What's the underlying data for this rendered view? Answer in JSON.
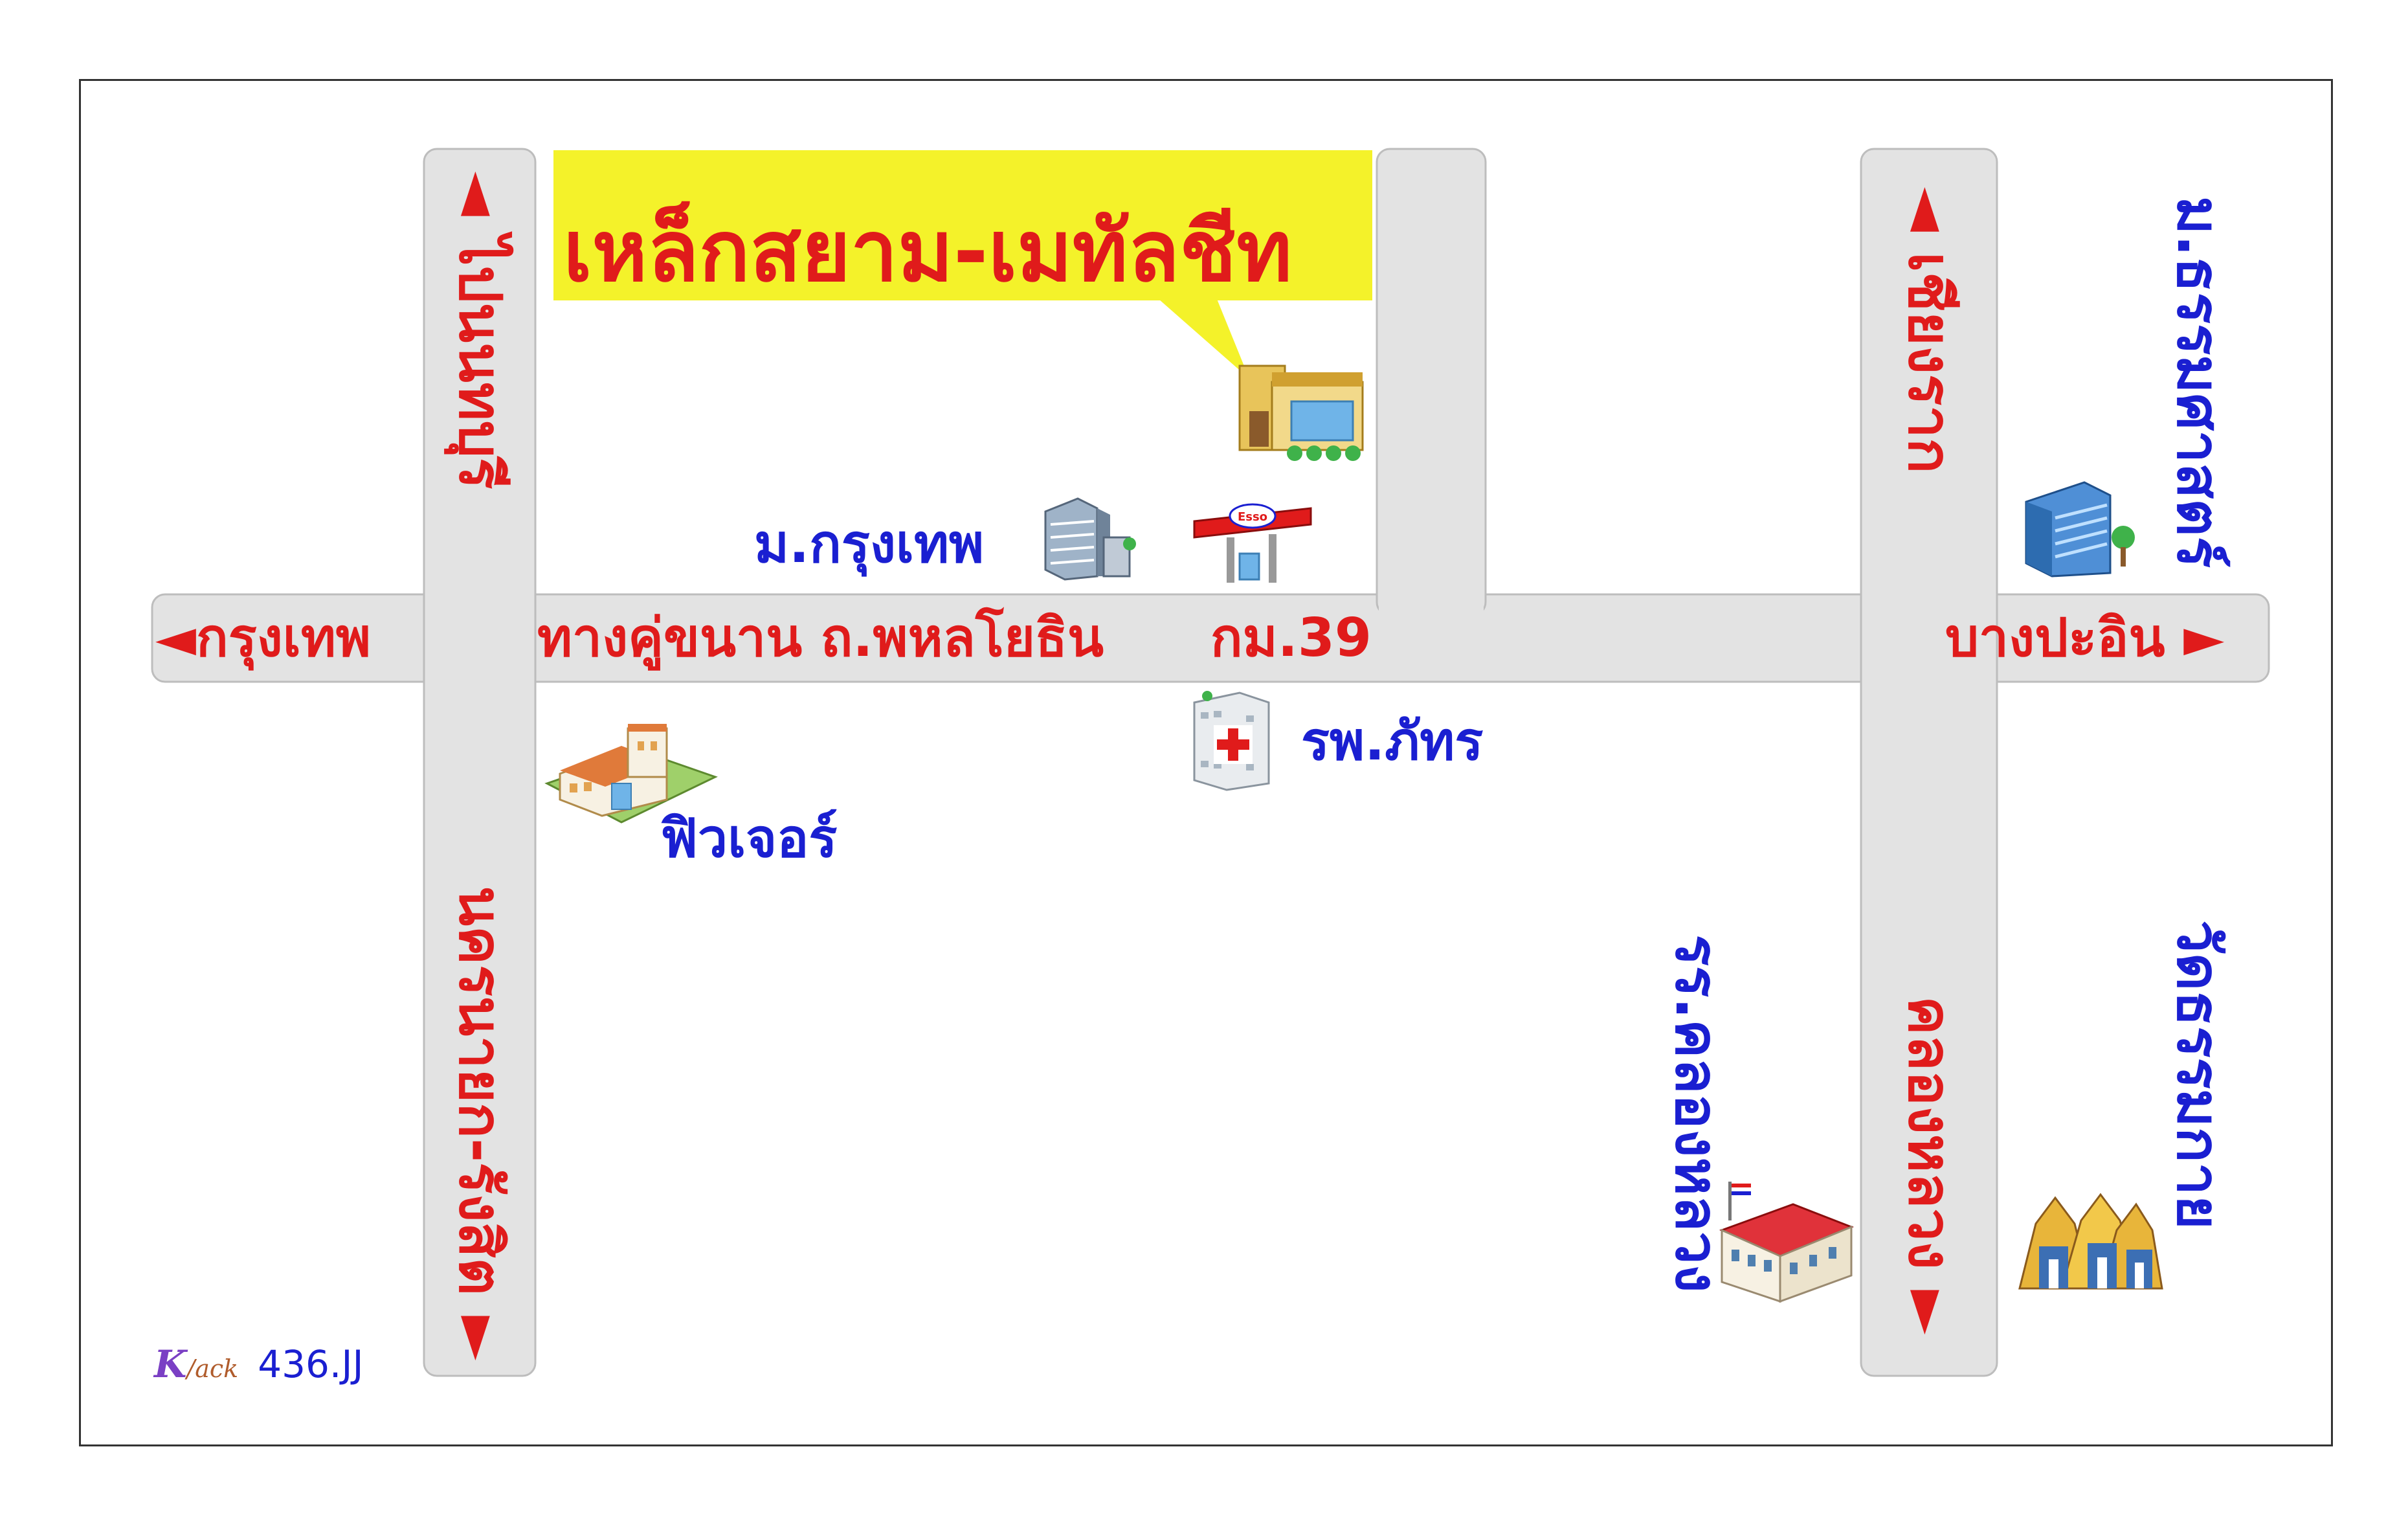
{
  "map": {
    "title": "เหล็กสยาม-เมทัลชีท",
    "roads": {
      "main_road": "ทางคู่ขนาน ถ.พหลโยธิน",
      "km_marker": "กม.39",
      "west_dir": "กรุงเทพ",
      "east_dir": "บางปะอิน",
      "left_north": "ไปนนทบุรี",
      "left_south": "นครนายก-รังสิต",
      "right_north": "เชียงราก",
      "right_south": "คลองหลวง"
    },
    "landmarks": {
      "bangkok_university": "ม.กรุงเทพ",
      "hospital": "รพ.ภัทร",
      "future_park": "ฟิวเจอร์",
      "thammasat": "ม.ธรรมศาสตร์",
      "school": "รร.คลองหลวง",
      "temple": "วัดธรรมกาย",
      "gas_brand": "Esso"
    },
    "arrows": {
      "left": "◄",
      "right": "►",
      "up": "▲",
      "down": "▼"
    },
    "signature": {
      "logo_k": "K",
      "logo_rest": "/ack",
      "code": "436.JJ"
    }
  },
  "colors": {
    "road": "#e3e3e3",
    "road_edge": "#bdbdbd",
    "label_red": "#e01b1b",
    "label_blue": "#1a1fd1",
    "callout": "#f4f22a"
  }
}
